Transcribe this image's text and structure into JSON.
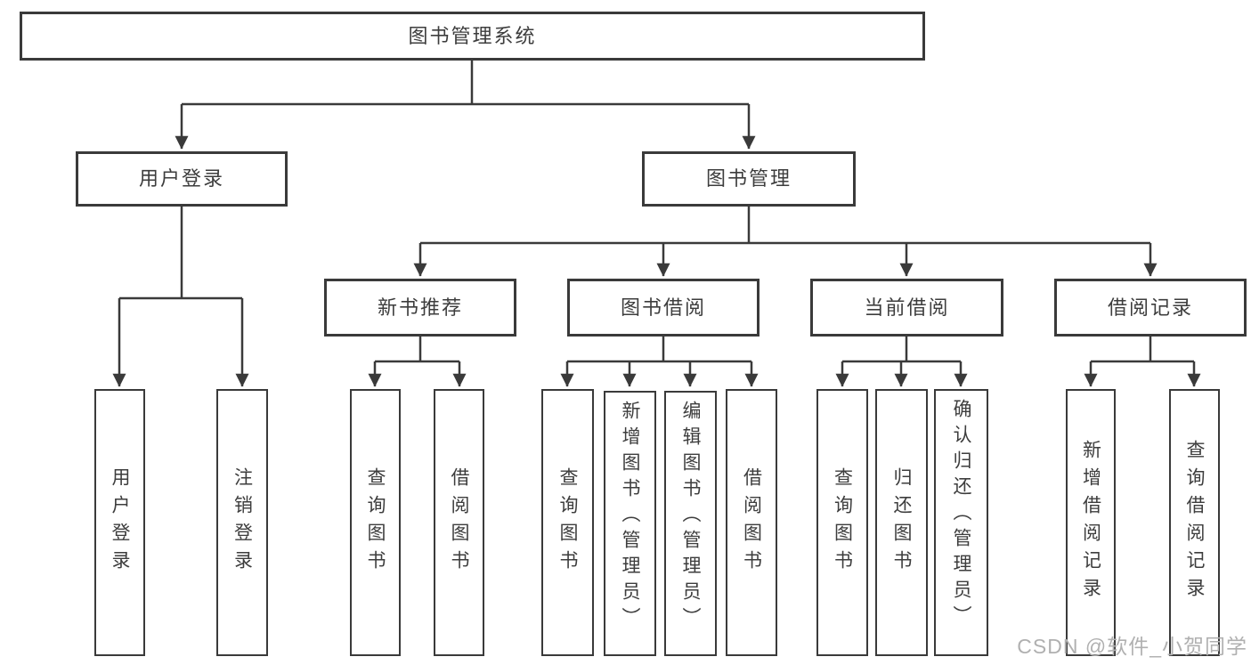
{
  "diagram": {
    "root": {
      "label": "图书管理系统"
    },
    "level2": [
      {
        "label": "用户登录"
      },
      {
        "label": "图书管理"
      }
    ],
    "level3": [
      {
        "label": "新书推荐"
      },
      {
        "label": "图书借阅"
      },
      {
        "label": "当前借阅"
      },
      {
        "label": "借阅记录"
      }
    ],
    "leaves": {
      "user_login": [
        {
          "label": "用户登录"
        },
        {
          "label": "注销登录"
        }
      ],
      "new_books": [
        {
          "label": "查询图书"
        },
        {
          "label": "借阅图书"
        }
      ],
      "book_borrow": [
        {
          "label": "查询图书"
        },
        {
          "label": "新增图书（管理员）"
        },
        {
          "label": "编辑图书（管理员）"
        },
        {
          "label": "借阅图书"
        }
      ],
      "current_borrow": [
        {
          "label": "查询图书"
        },
        {
          "label": "归还图书"
        },
        {
          "label": "确认归还（管理员）"
        }
      ],
      "borrow_records": [
        {
          "label": "新增借阅记录"
        },
        {
          "label": "查询借阅记录"
        }
      ]
    }
  },
  "watermark": {
    "text": "CSDN @软件_小贺同学"
  },
  "colors": {
    "line": "#3a3a3a",
    "text": "#3d3d3d",
    "box_background": "#ffffff",
    "background": "#ffffff",
    "watermark": "#b0b0b0"
  }
}
